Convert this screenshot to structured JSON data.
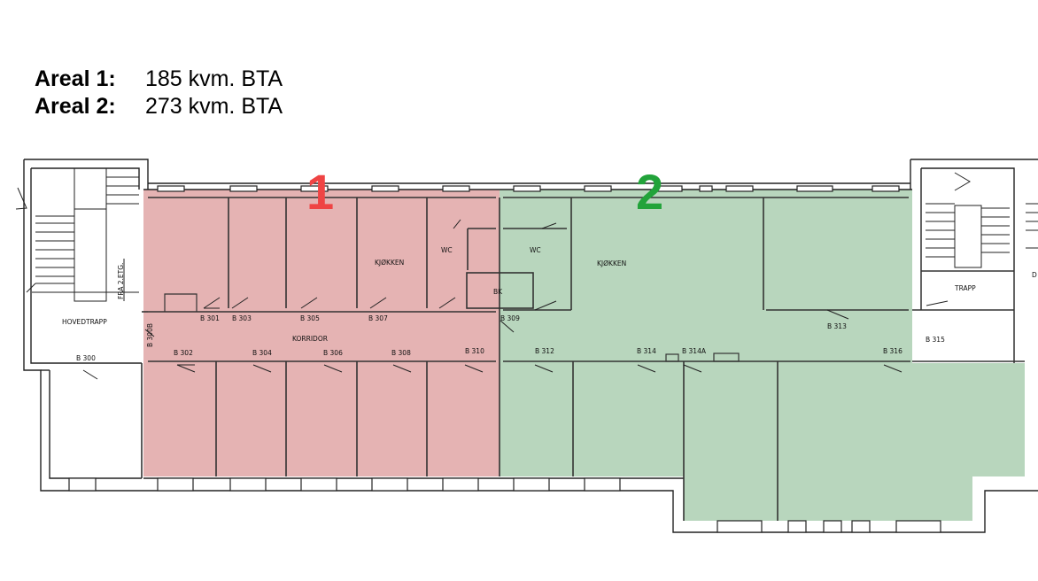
{
  "areas": [
    {
      "label": "Areal 1:",
      "value": "185 kvm. BTA"
    },
    {
      "label": "Areal 2:",
      "value": "273 kvm. BTA"
    }
  ],
  "zones": [
    {
      "number": "1",
      "color": "#ef4444",
      "fill": "#e5b3b3"
    },
    {
      "number": "2",
      "color": "#22a33a",
      "fill": "#b8d6bd"
    }
  ],
  "rooms": {
    "hovedtrapp": "HOVEDTRAPP",
    "fra_2etg": "FRA 2.ETG.",
    "korridor": "KORRIDOR",
    "kjokken1": "KJØKKEN",
    "kjokken2": "KJØKKEN",
    "wc1": "WC",
    "wc2": "WC",
    "bk": "BK",
    "trapp": "TRAPP",
    "d": "D"
  },
  "doors": {
    "b300": "B 300",
    "b300b": "B 300B",
    "b301": "B 301",
    "b302": "B 302",
    "b303": "B 303",
    "b304": "B 304",
    "b305": "B 305",
    "b306": "B 306",
    "b307": "B 307",
    "b308": "B 308",
    "b309": "B 309",
    "b310": "B 310",
    "b312": "B 312",
    "b313": "B 313",
    "b314": "B 314",
    "b314a": "B 314A",
    "b315": "B 315",
    "b316": "B 316"
  }
}
